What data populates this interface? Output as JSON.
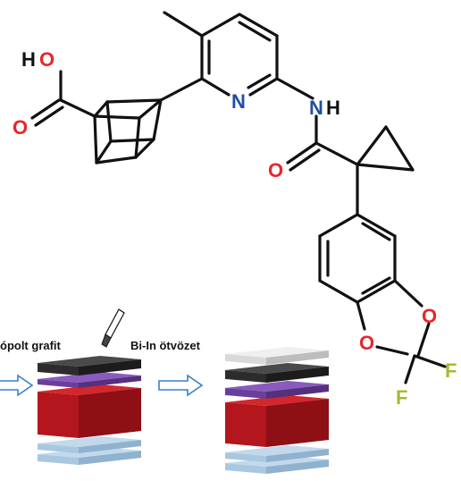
{
  "molecule": {
    "atoms": {
      "oh_h": "H",
      "oh_o": "O",
      "carbonyl_o_acid": "O",
      "pyridine_n": "N",
      "amide_n": "N",
      "amide_h": "H",
      "amide_o": "O",
      "dioxole_o1": "O",
      "dioxole_o2": "O",
      "fluorine_1": "F",
      "fluorine_2": "F"
    },
    "colors": {
      "bond": "#111111",
      "oxygen": "#e8262a",
      "nitrogen": "#1f4fa3",
      "fluorine": "#a8b932",
      "hydrogen": "#111111"
    }
  },
  "process": {
    "label_left": "ópolt grafit",
    "label_right": "Bi-In ötvözet",
    "layer_colors": {
      "dark": "#2c2c2c",
      "purple": "#6a3e9c",
      "red": "#b3161c",
      "blue": "#a9c8df",
      "light": "#d9d9d9",
      "arrow": "#3a80c6"
    }
  }
}
